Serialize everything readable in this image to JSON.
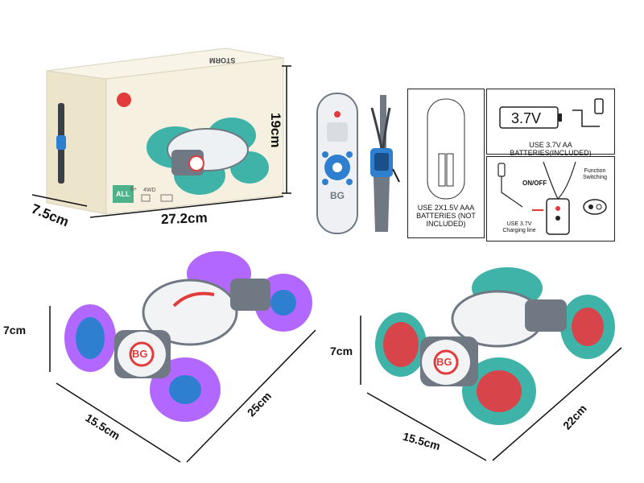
{
  "colors": {
    "box_face": "#f5f0df",
    "teal": "#3fb3a8",
    "purple": "#a44cff",
    "red": "#e8393f",
    "car_white": "#f1f3f5",
    "car_grey": "#6f7883",
    "remote_blue": "#2f7fd0"
  },
  "package": {
    "brand": "STORM",
    "badge": "ALL",
    "features": [
      "4WD",
      "6+"
    ]
  },
  "dimensions": {
    "box_height": "19cm",
    "box_depth": "7.5cm",
    "box_width": "27.2cm",
    "car1_height": "7cm",
    "car1_width": "15.5cm",
    "car1_length": "25cm",
    "car2_height": "7cm",
    "car2_width": "15.5cm",
    "car2_length": "22cm"
  },
  "panels": {
    "remote_batteries": "USE 2X1.5V AAA BATTERIES (NOT INCLUDED)",
    "battery_voltage": "3.7V",
    "car_batteries": "USE 3.7V AA BATTERIES(INCLUDED)",
    "on_off": "ON/OFF",
    "function_switching": "Function Switching",
    "charging_line": "USE 3.7V Charging line"
  },
  "remote": {
    "badge": "BG"
  },
  "car_badge": "BG"
}
